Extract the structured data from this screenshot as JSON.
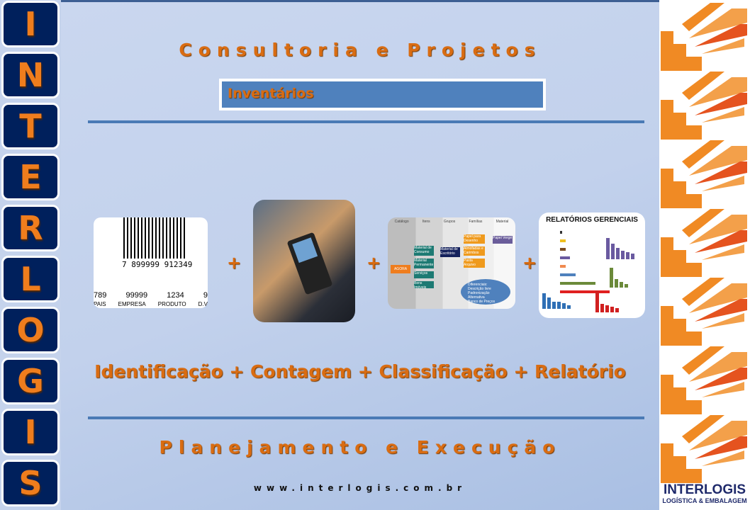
{
  "sidebar": {
    "letters": [
      "I",
      "N",
      "T",
      "E",
      "R",
      "L",
      "O",
      "G",
      "I",
      "S"
    ]
  },
  "header": {
    "title": "Consultoria e Projetos",
    "section": "Inventários"
  },
  "images": {
    "barcode": {
      "digits": "7 899999 912349",
      "labels": [
        "789",
        "99999",
        "1234",
        "9"
      ],
      "captions": [
        "PAIS",
        "EMPRESA",
        "PRODUTO",
        "D.V"
      ]
    },
    "classification": {
      "columns": [
        "Catálogo",
        "Itens",
        "Grupos",
        "Famílias",
        "Material"
      ],
      "root": "AGORA",
      "items": [
        "Material de Consumo",
        "Material Permanente",
        "Serviços",
        "Bens Imóveis"
      ],
      "group": "Material de Escritório",
      "families": [
        "Papel para Desenho",
        "Almofadas e Carimbos",
        "Pasta Arquivo"
      ],
      "material": "Papel Vergé",
      "bubble_title": "Diferenciais:",
      "bubble_items": [
        "Descrição livre",
        "Padronização Alternativa",
        "Banco de Preços"
      ]
    },
    "reports": {
      "title": "RELATÓRIOS GERENCIAIS"
    }
  },
  "plus": "+",
  "steps": "Identificação + Contagem + Classificação + Relatório",
  "footer": {
    "subtitle": "Planejamento e Execução",
    "url": "www.interlogis.com.br"
  },
  "brand": {
    "name": "INTERLOGIS",
    "tagline": "LOGÍSTICA & EMBALAGEM"
  },
  "colors": {
    "orange": "#d96c12",
    "navy": "#00205c",
    "blue": "#4f81bd"
  }
}
